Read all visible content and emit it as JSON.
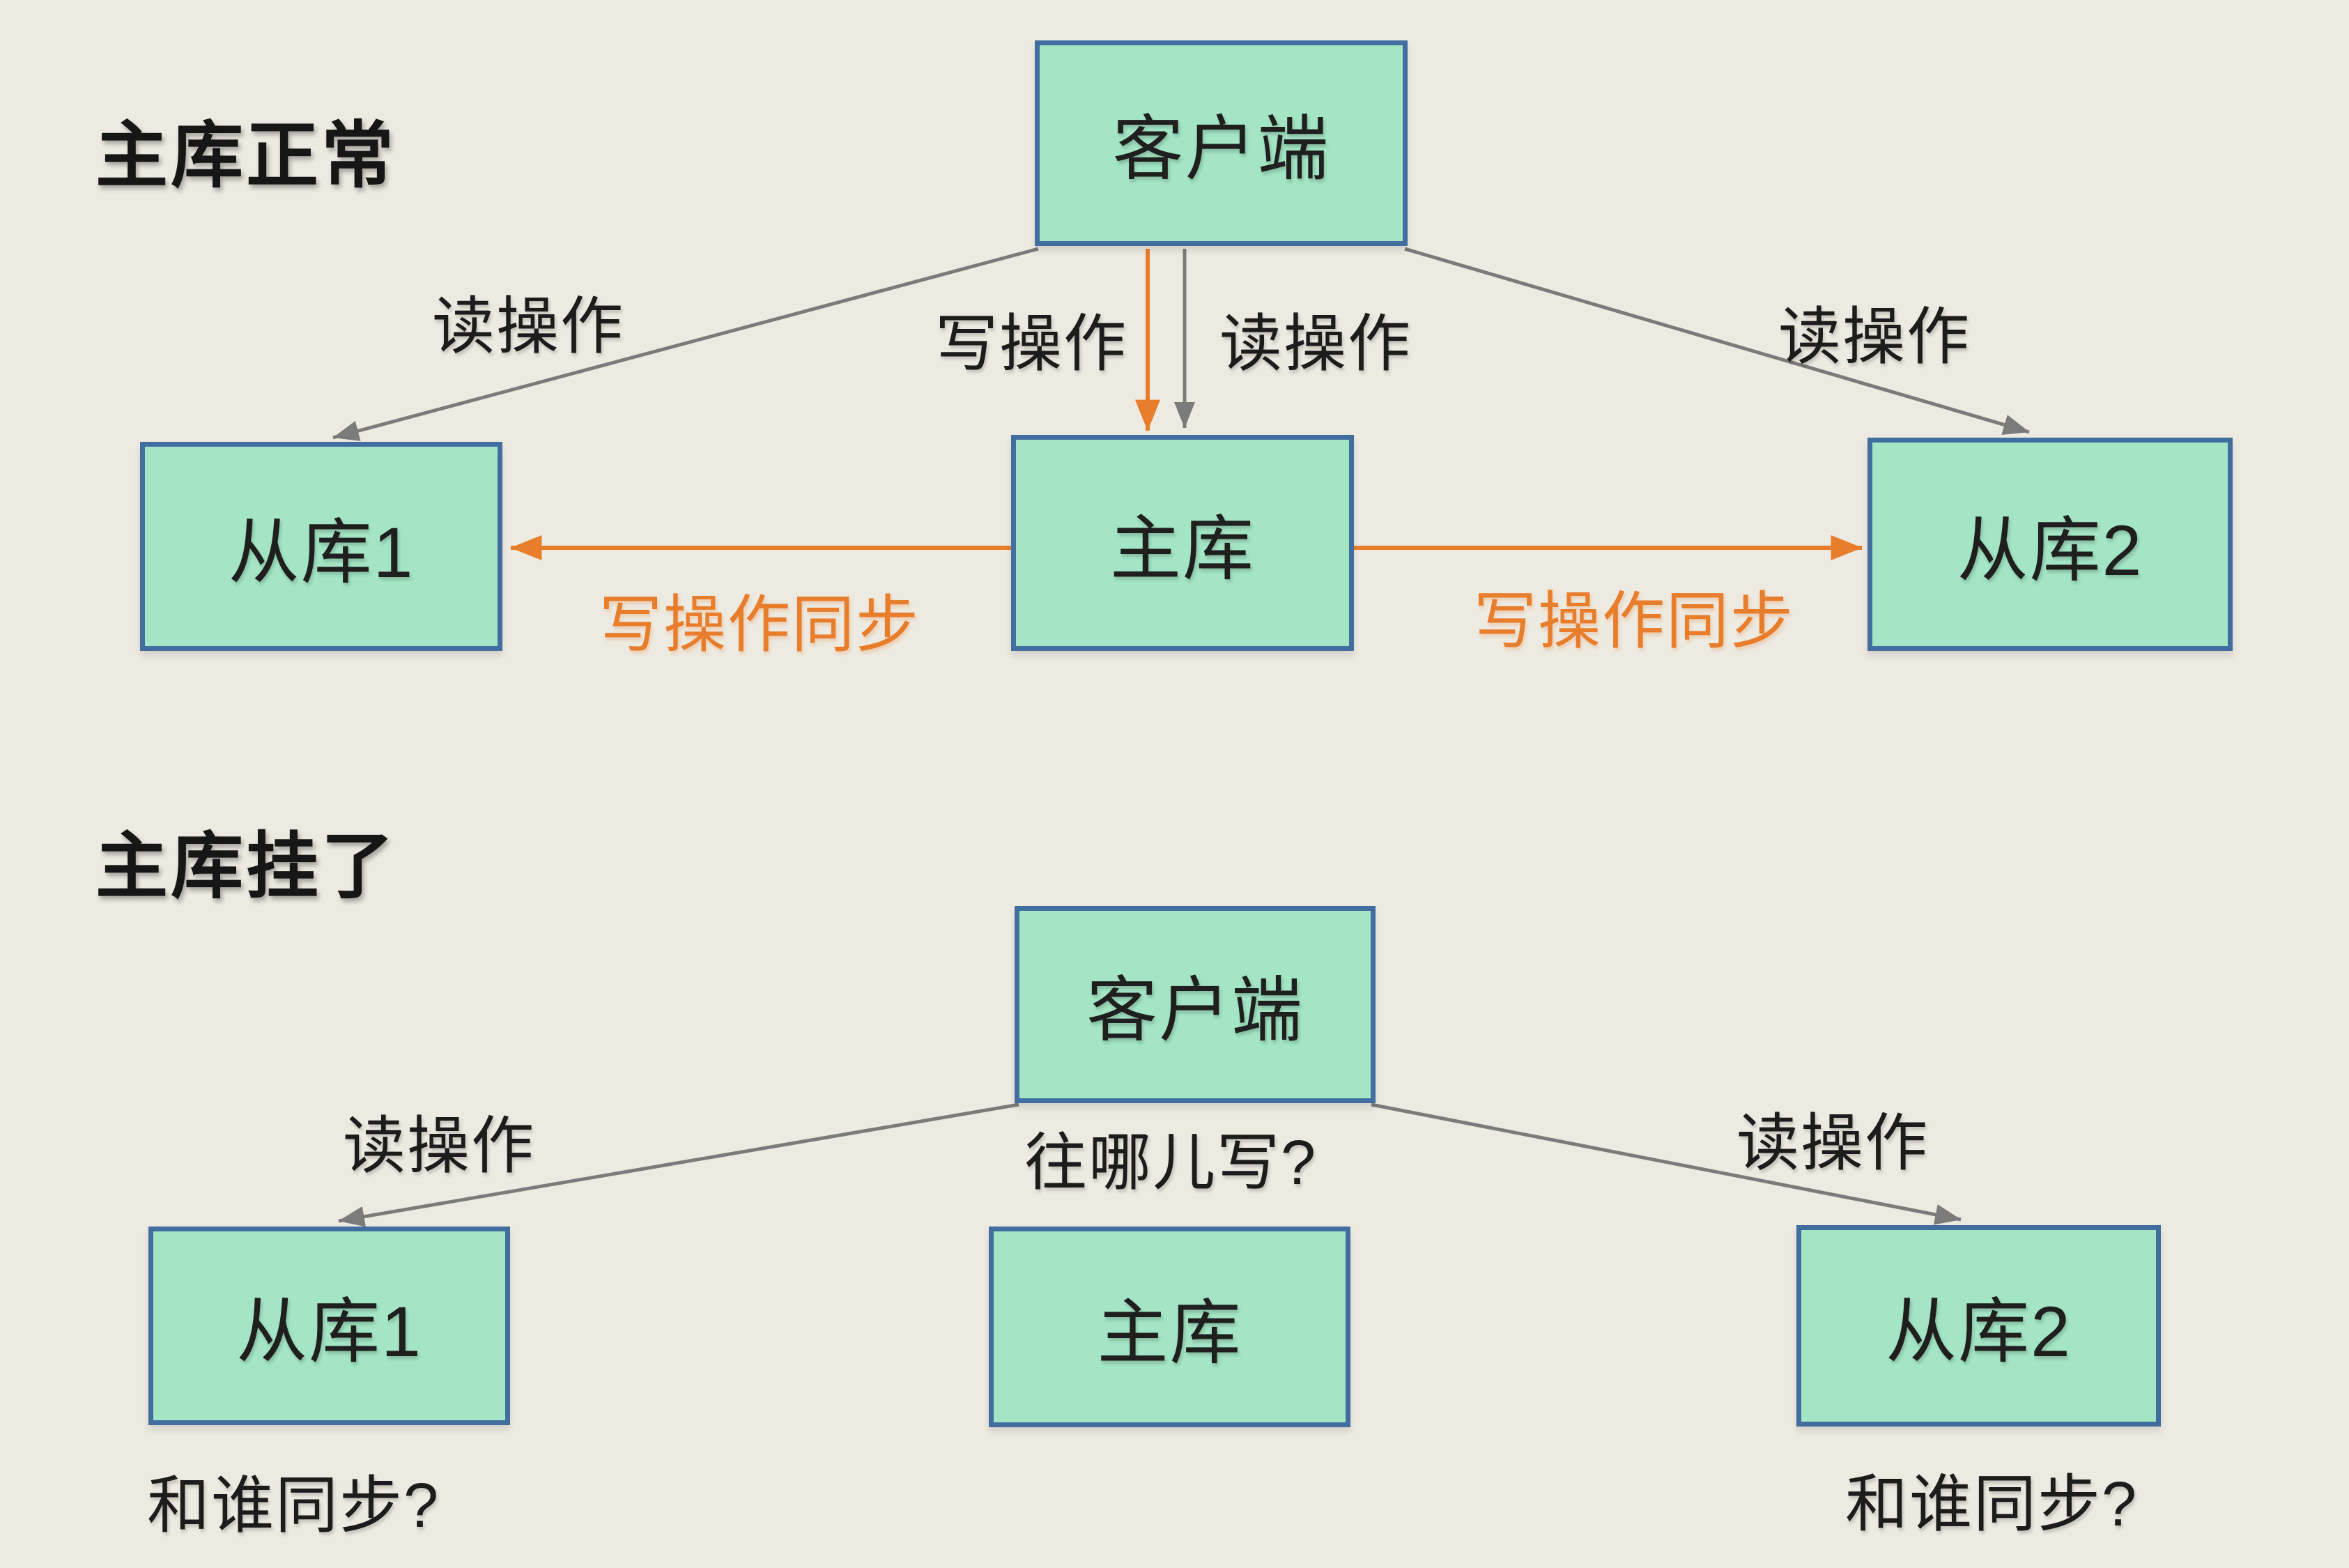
{
  "colors": {
    "background": "#edeae1",
    "box_fill": "#a3e5c4",
    "box_border": "#426d9f",
    "arrow_gray": "#7b7b7b",
    "arrow_orange": "#e87d2b",
    "text": "#1c1c1c"
  },
  "diagram1": {
    "title": "主库正常",
    "nodes": {
      "client": "客户端",
      "slave1": "从库1",
      "master": "主库",
      "slave2": "从库2"
    },
    "labels": {
      "read_left": "读操作",
      "write_mid": "写操作",
      "read_mid": "读操作",
      "read_right": "读操作",
      "sync_left": "写操作同步",
      "sync_right": "写操作同步"
    }
  },
  "diagram2": {
    "title": "主库挂了",
    "nodes": {
      "client": "客户端",
      "slave1": "从库1",
      "master": "主库",
      "slave2": "从库2"
    },
    "labels": {
      "read_left": "读操作",
      "write_question": "往哪儿写?",
      "read_right": "读操作",
      "sync_question_left": "和谁同步?",
      "sync_question_right": "和谁同步?"
    }
  }
}
